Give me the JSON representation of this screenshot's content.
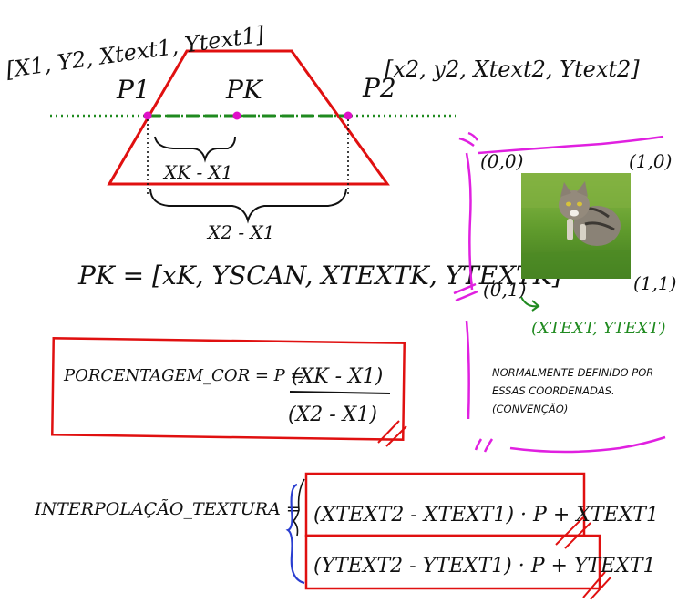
{
  "labels": {
    "p1_coords": "[X1, Y2, Xtext1, Ytext1]",
    "p1": "P1",
    "pk": "PK",
    "p2": "P2",
    "p2_coords": "[x2, y2, Xtext2, Ytext2]",
    "xk_minus_x1": "XK - X1",
    "x2_minus_x1": "X2 - X1",
    "pk_def": "PK = [xK, YSCAN, XTEXTK, YTEXTK]"
  },
  "corners": {
    "top_left": "(0,0)",
    "top_right": "(1,0)",
    "bottom_left": "(0,1)",
    "bottom_right": "(1,1)"
  },
  "texture_coord": "(XTEXT, YTEXT)",
  "note": {
    "line1": "NORMALMENTE DEFINIDO POR",
    "line2": "ESSAS COORDENADAS.",
    "line3": "(CONVENÇÃO)"
  },
  "formula_pct": {
    "lhs": "PORCENTAGEM_COR = P =",
    "numerator": "(XK - X1)",
    "denominator": "(X2 - X1)"
  },
  "formula_interp": {
    "lhs": "INTERPOLAÇÃO_TEXTURA =",
    "row1": "(XTEXT2 - XTEXT1) · P + XTEXT1",
    "row2": "(YTEXT2 - YTEXT1) · P + YTEXT1"
  },
  "colors": {
    "trapezoid": "#e01010",
    "scanline": "#1f8a1f",
    "points": "#e010c8",
    "bracket_magenta": "#e020e0",
    "arrow_green": "#1f8a1f",
    "brace_blue": "#2a3ed0",
    "box_red": "#e01010"
  }
}
